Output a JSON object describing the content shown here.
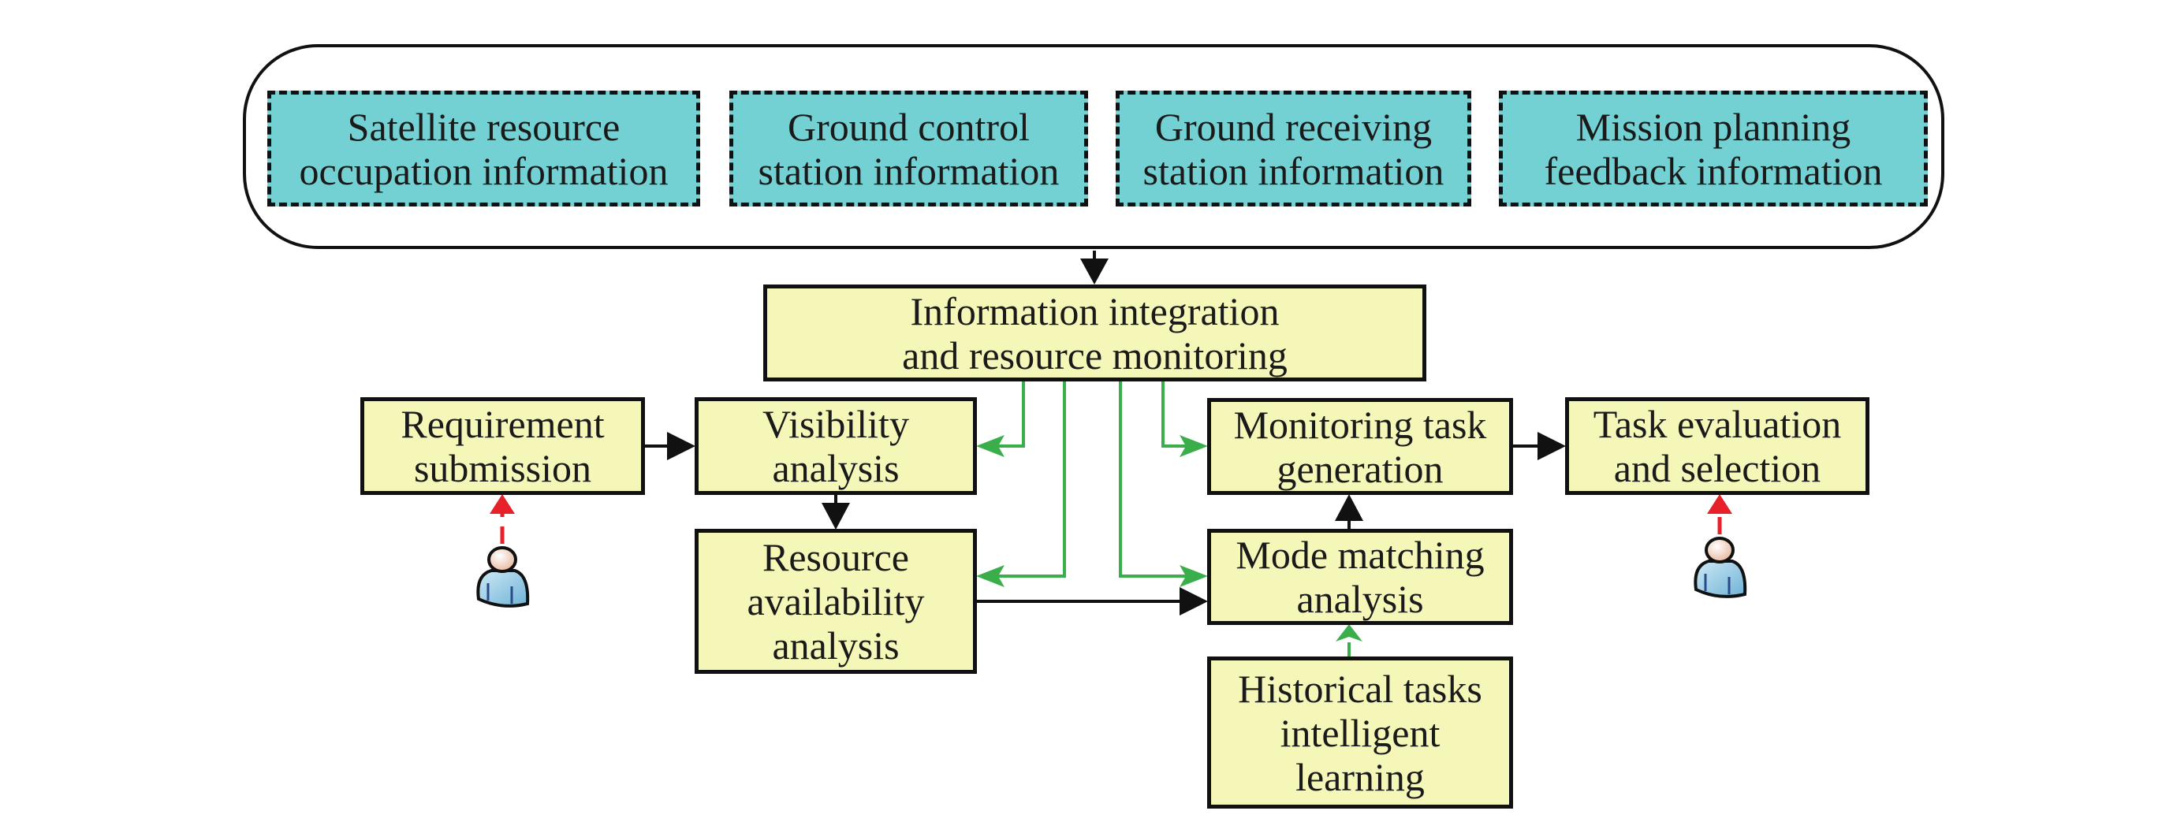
{
  "sources_group": {
    "items": [
      {
        "id": "satellite",
        "label": "Satellite resource\noccupation information"
      },
      {
        "id": "ground_control",
        "label": "Ground control\nstation information"
      },
      {
        "id": "ground_receiving",
        "label": "Ground receiving\nstation information"
      },
      {
        "id": "mission_feedback",
        "label": "Mission planning\nfeedback information"
      }
    ]
  },
  "nodes": {
    "info_integration": "Information integration\nand resource monitoring",
    "requirement": "Requirement\nsubmission",
    "visibility": "Visibility\nanalysis",
    "resource_availability": "Resource\navailability\nanalysis",
    "monitoring_task": "Monitoring task\ngeneration",
    "mode_matching": "Mode matching\nanalysis",
    "historical": "Historical tasks\nintelligent\nlearning",
    "task_evaluation": "Task evaluation\nand selection"
  },
  "edges": [
    {
      "from": "sources_group",
      "to": "info_integration",
      "style": "black"
    },
    {
      "from": "requirement",
      "to": "visibility",
      "style": "black"
    },
    {
      "from": "visibility",
      "to": "resource_availability",
      "style": "black"
    },
    {
      "from": "resource_availability",
      "to": "mode_matching",
      "style": "black"
    },
    {
      "from": "mode_matching",
      "to": "monitoring_task",
      "style": "black"
    },
    {
      "from": "monitoring_task",
      "to": "task_evaluation",
      "style": "black"
    },
    {
      "from": "info_integration",
      "to": "visibility",
      "style": "green"
    },
    {
      "from": "info_integration",
      "to": "resource_availability",
      "style": "green"
    },
    {
      "from": "info_integration",
      "to": "mode_matching",
      "style": "green"
    },
    {
      "from": "info_integration",
      "to": "monitoring_task",
      "style": "green"
    },
    {
      "from": "historical",
      "to": "mode_matching",
      "style": "green"
    },
    {
      "from": "user_left",
      "to": "requirement",
      "style": "red-dashed"
    },
    {
      "from": "user_right",
      "to": "task_evaluation",
      "style": "red-dashed"
    }
  ],
  "colors": {
    "source_fill": "#74d1d3",
    "node_fill": "#f5f7b8",
    "flow_black": "#111111",
    "flow_green": "#3aae4a",
    "user_input_red": "#e8202a"
  }
}
